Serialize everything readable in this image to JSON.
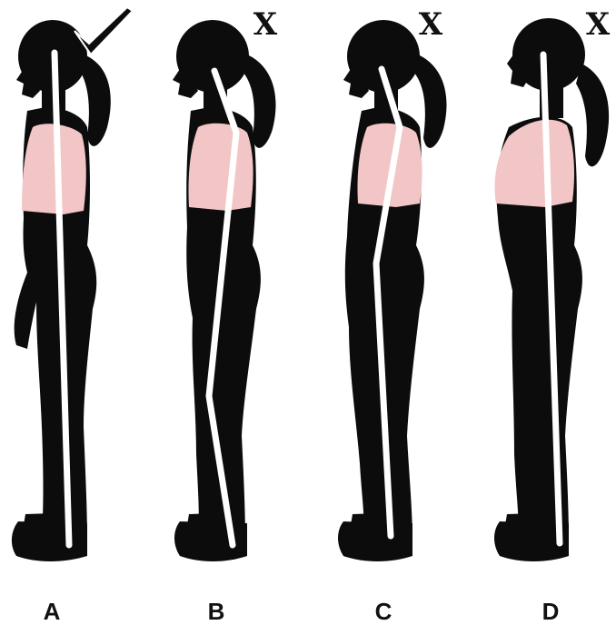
{
  "panels": [
    {
      "label": "A",
      "mark": "check",
      "line": "straight"
    },
    {
      "label": "B",
      "mark": "X",
      "line": "bent"
    },
    {
      "label": "C",
      "mark": "X",
      "line": "bent"
    },
    {
      "label": "D",
      "mark": "X",
      "line": "straight"
    }
  ],
  "colors": {
    "silhouette": "#0c0c0c",
    "top": "#f2c6c6",
    "line": "#ffffff",
    "background": "#ffffff"
  }
}
